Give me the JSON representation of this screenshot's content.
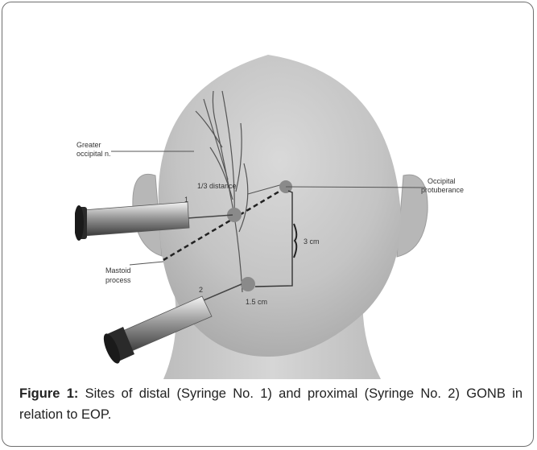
{
  "figure": {
    "labels": {
      "greater_occipital_line1": "Greater",
      "greater_occipital_line2": "occipital n.",
      "one_third_distance": "1/3 distance",
      "occipital_line1": "Occipital",
      "occipital_line2": "protuberance",
      "three_cm": "3 cm",
      "mastoid_line1": "Mastoid",
      "mastoid_line2": "process",
      "one_five_cm": "1.5 cm",
      "syringe_1": "1",
      "syringe_2": "2"
    }
  },
  "caption": {
    "label": "Figure 1:",
    "text": " Sites of distal (Syringe No. 1) and proximal (Syringe No. 2) GONB in relation to EOP."
  }
}
